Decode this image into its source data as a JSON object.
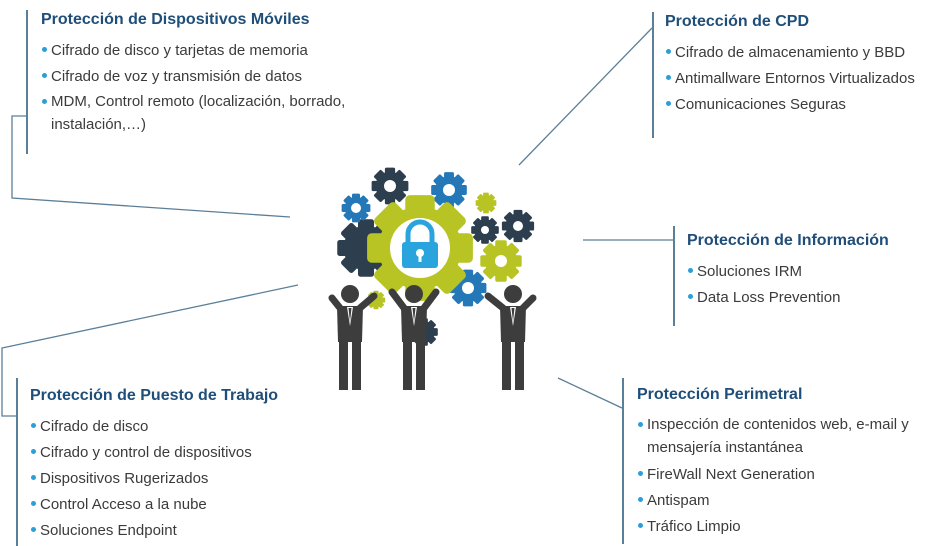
{
  "colors": {
    "title": "#1f4e79",
    "text": "#3b3b3b",
    "bullet": "#2b9fd9",
    "connector": "#5b7f98",
    "gear_dark": "#2d3e4e",
    "gear_green": "#b8c424",
    "gear_blue": "#2478b8",
    "lock": "#2aa4dc"
  },
  "icons": [
    "gears-icon",
    "lock-icon",
    "person-icon"
  ],
  "sections": {
    "moviles": {
      "title": "Protección de Dispositivos Móviles",
      "items": [
        "Cifrado de disco y tarjetas de memoria",
        "Cifrado de voz y transmisión de datos"
      ],
      "item3_line1": "MDM, Control remoto (localización, borrado,",
      "item3_line2": "instalación,…)"
    },
    "cpd": {
      "title": "Protección de CPD",
      "items": [
        "Cifrado de almacenamiento y BBD",
        "Antimallware Entornos Virtualizados",
        "Comunicaciones Seguras"
      ]
    },
    "informacion": {
      "title": "Protección de Información",
      "items": [
        "Soluciones IRM",
        "Data Loss Prevention"
      ]
    },
    "puesto": {
      "title": "Protección de Puesto de Trabajo",
      "items": [
        "Cifrado de disco",
        "Cifrado y control de dispositivos",
        "Dispositivos Rugerizados",
        "Control Acceso a la nube",
        "Soluciones Endpoint"
      ]
    },
    "perimetral": {
      "title": "Protección Perimetral",
      "item1_line1": "Inspección de contenidos web, e-mail y",
      "item1_line2": "mensajería instantánea",
      "items": [
        "FireWall Next Generation",
        "Antispam",
        "Tráfico Limpio"
      ]
    }
  }
}
